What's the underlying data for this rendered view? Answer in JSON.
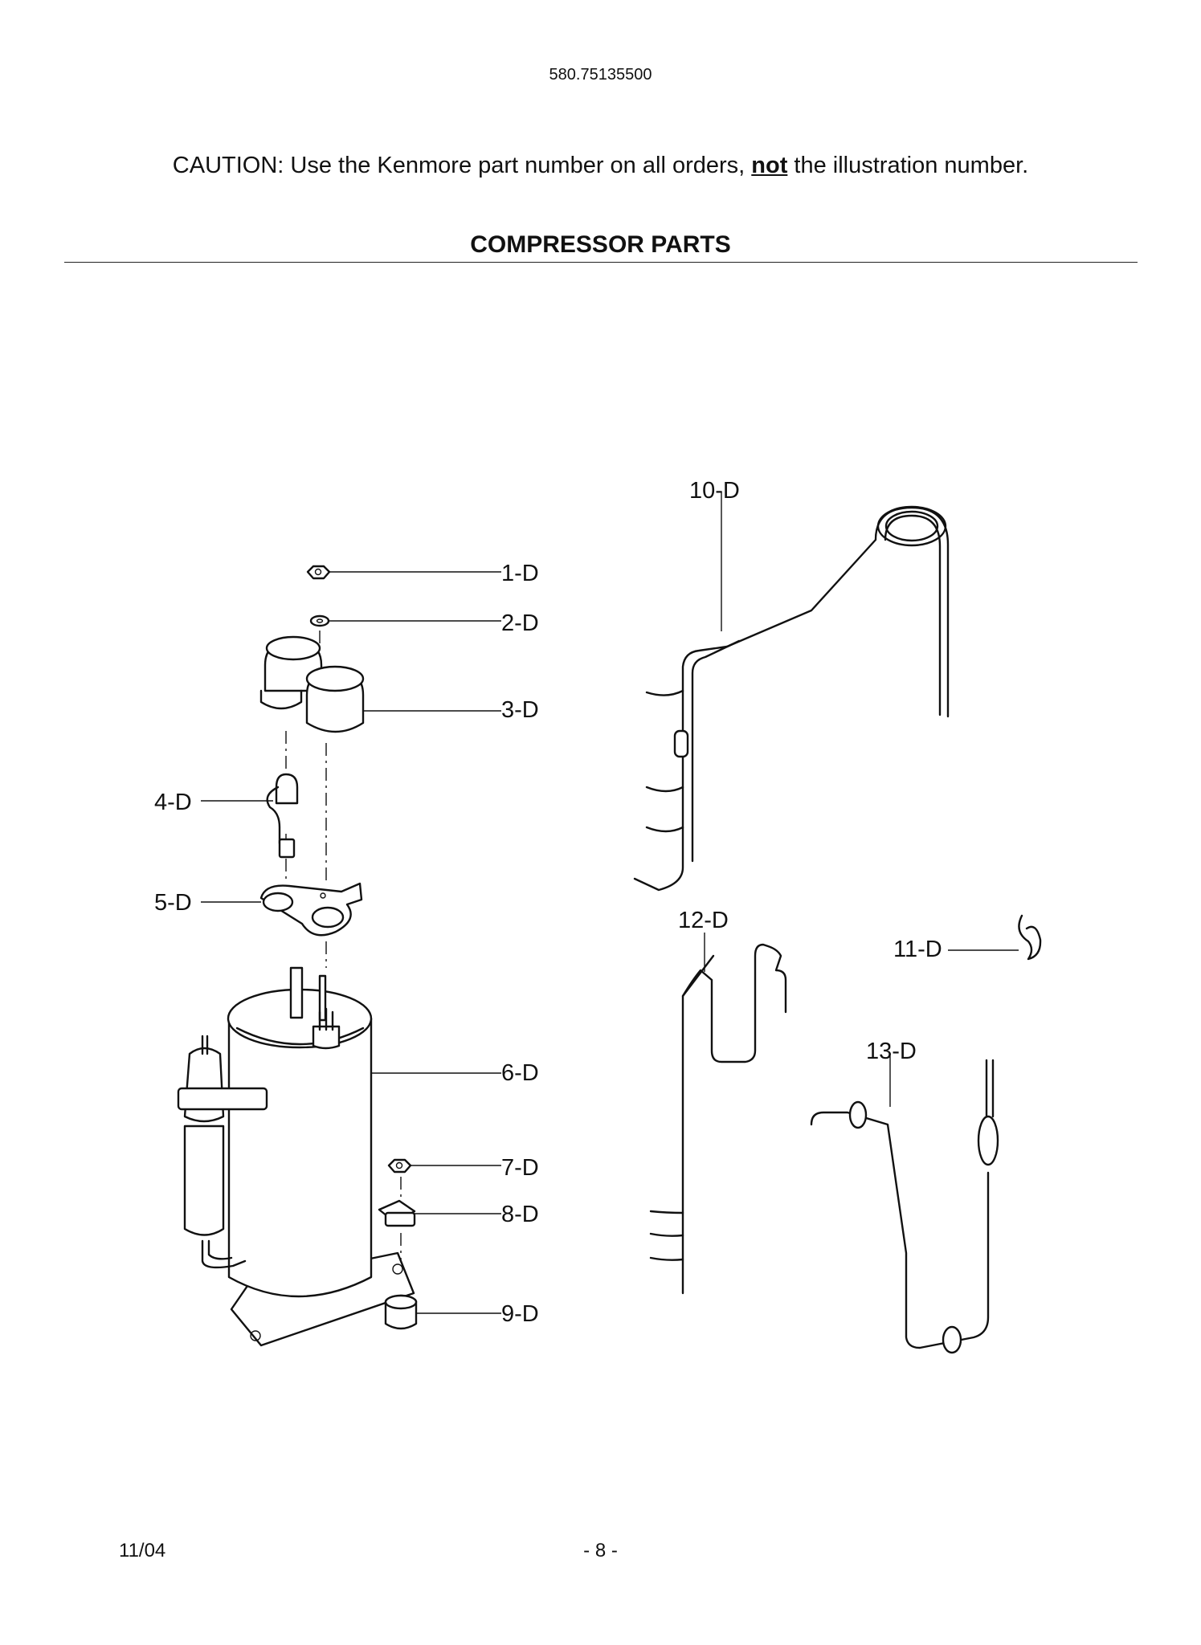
{
  "header": {
    "model_number": "580.75135500",
    "caution_prefix": "CAUTION: Use the Kenmore part number on all orders, ",
    "caution_emphasis": "not",
    "caution_suffix": " the illustration number.",
    "section_title": "COMPRESSOR PARTS"
  },
  "callouts": [
    "1-D",
    "2-D",
    "3-D",
    "4-D",
    "5-D",
    "6-D",
    "7-D",
    "8-D",
    "9-D",
    "10-D",
    "11-D",
    "12-D",
    "13-D"
  ],
  "footer": {
    "date": "11/04",
    "page": "- 8 -"
  }
}
